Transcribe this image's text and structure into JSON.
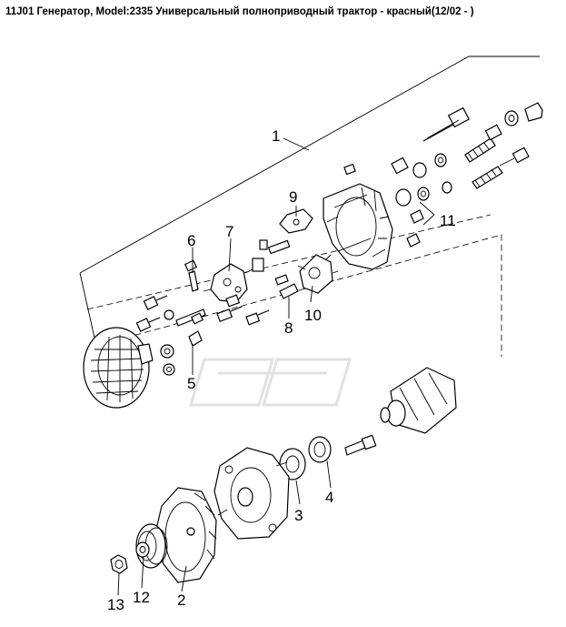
{
  "title": "11J01 Генератор, Model:2335 Универсальный полноприводный трактор - красный(12/02 - )",
  "callouts": {
    "c1": "1",
    "c2": "2",
    "c3": "3",
    "c4": "4",
    "c5": "5",
    "c6": "6",
    "c7": "7",
    "c8": "8",
    "c9": "9",
    "c10": "10",
    "c11": "11",
    "c12": "12",
    "c13": "13"
  }
}
